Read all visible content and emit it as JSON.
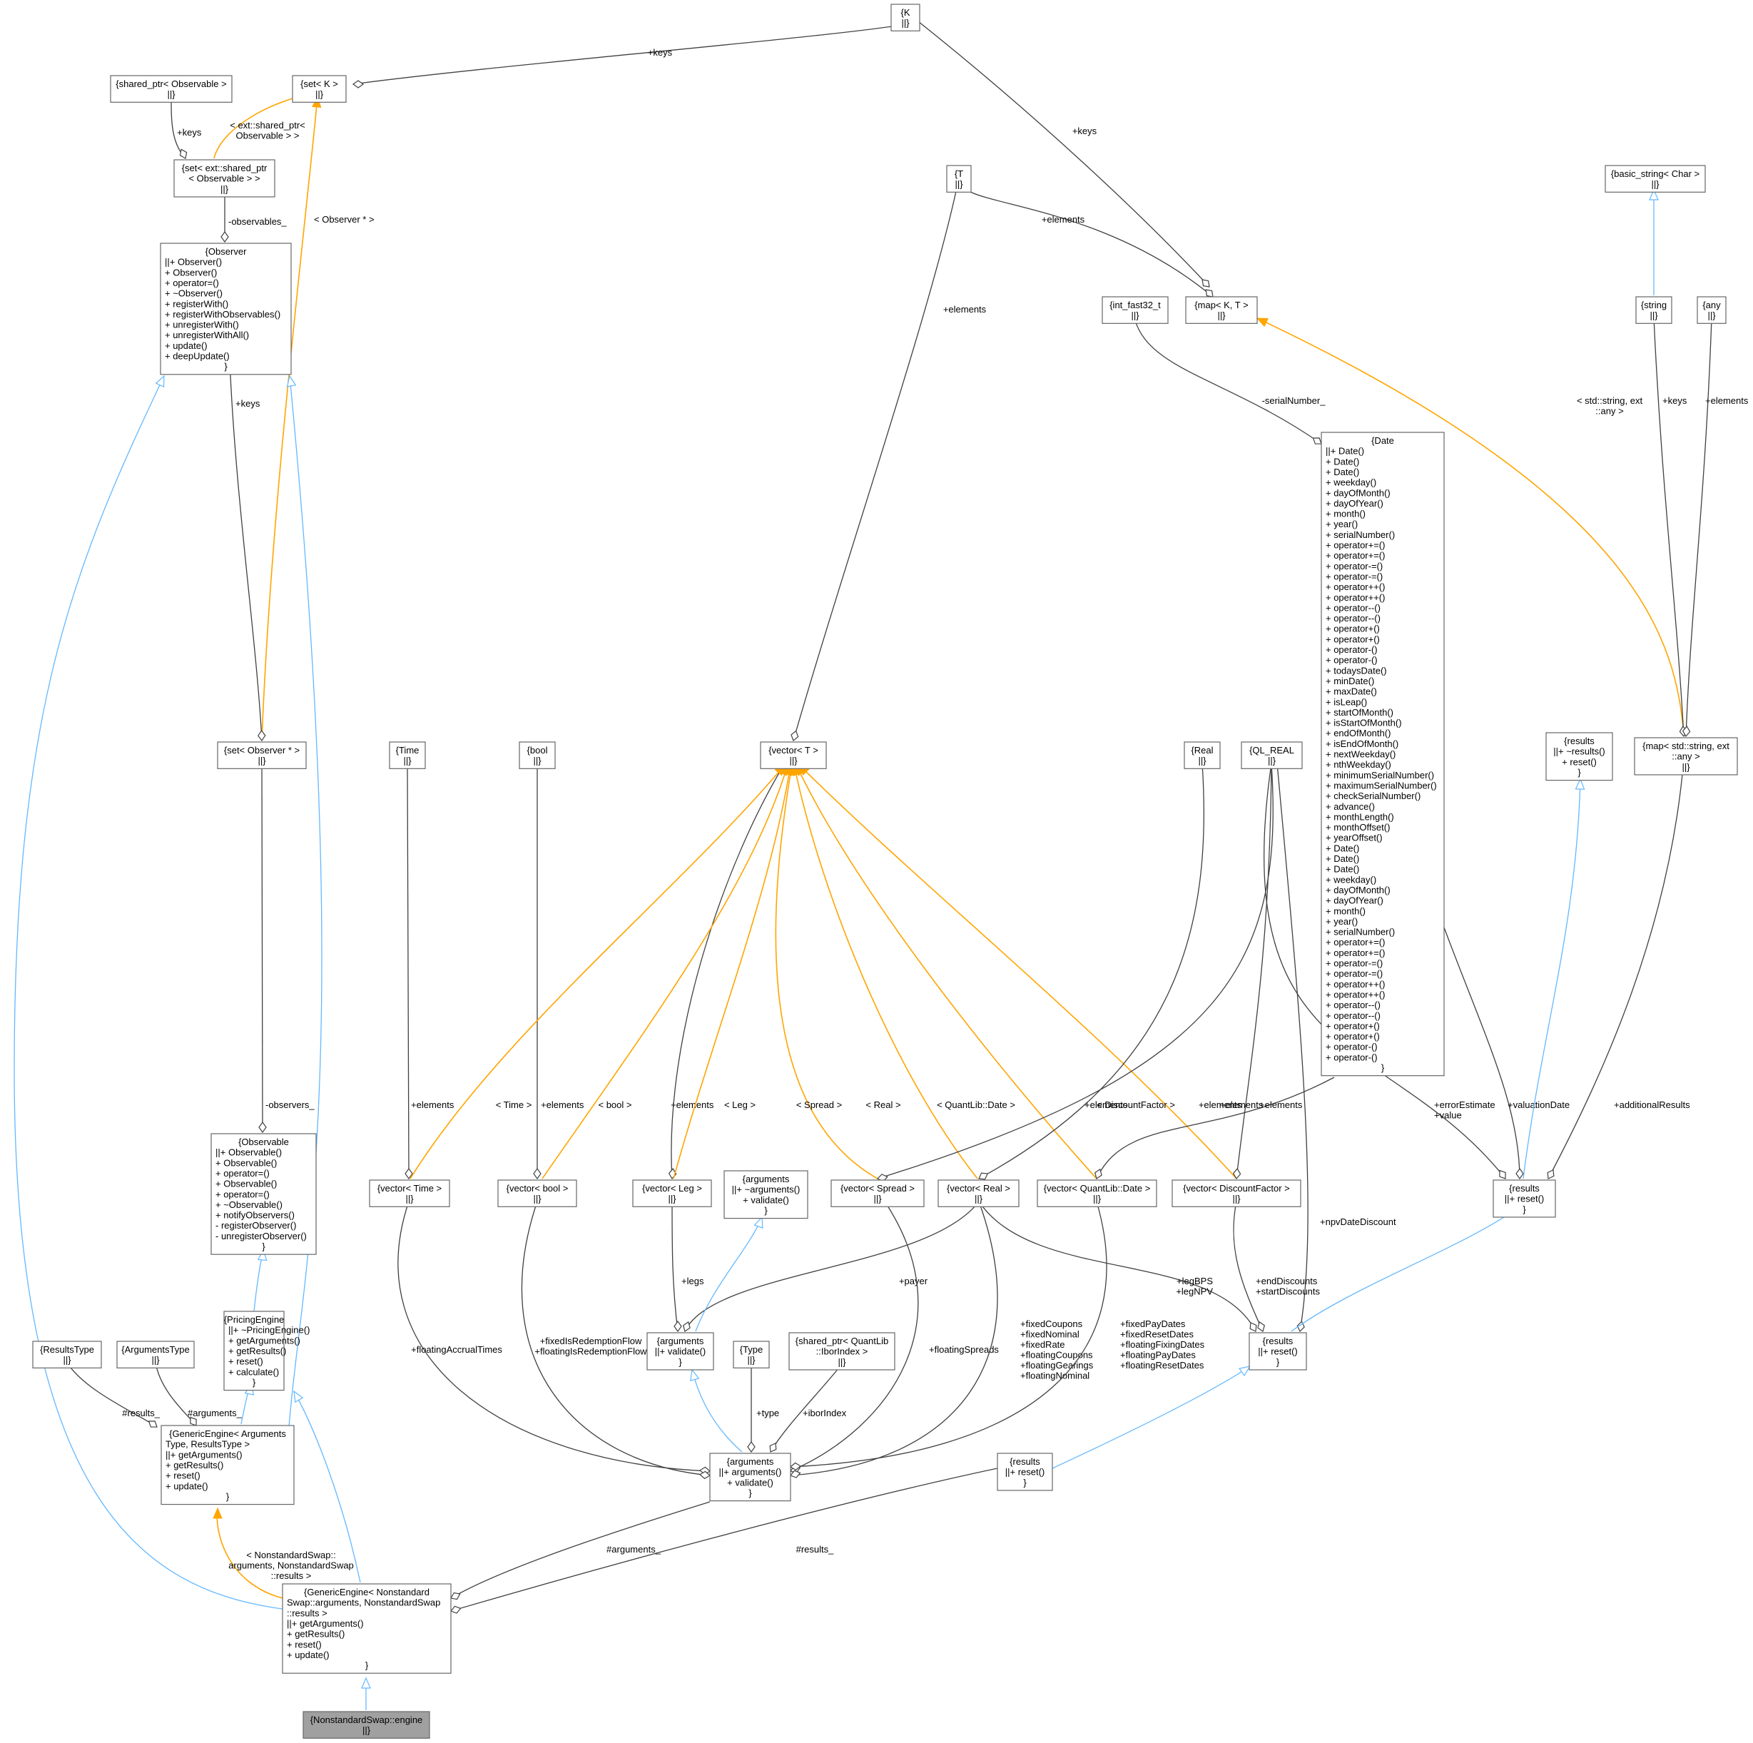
{
  "colors": {
    "composition_edge": "#404040",
    "inheritance_edge": "#63b8ff",
    "template_edge": "#ffa500",
    "node_border": "#666666",
    "root_node_fill": "#a0a0a0"
  },
  "nodes": {
    "K": [
      "{K",
      "||}"
    ],
    "set_K": [
      "{set< K >",
      "||}"
    ],
    "shared_ptr_observable": [
      "{shared_ptr< Observable >",
      "||}"
    ],
    "set_shared_ptr_observable": [
      "{set< ext::shared_ptr",
      "< Observable > >",
      "||}"
    ],
    "observer": [
      "{Observer",
      "||+ Observer()",
      "+ Observer()",
      "+ operator=()",
      "+ ~Observer()",
      "+ registerWith()",
      "+ registerWithObservables()",
      "+ unregisterWith()",
      "+ unregisterWithAll()",
      "+ update()",
      "+ deepUpdate()",
      "}"
    ],
    "set_observer_ptr": [
      "{set< Observer * >",
      "||}"
    ],
    "observable": [
      "{Observable",
      "||+ Observable()",
      "+ Observable()",
      "+ operator=()",
      "+ Observable()",
      "+ operator=()",
      "+ ~Observable()",
      "+ notifyObservers()",
      "- registerObserver()",
      "- unregisterObserver()",
      "}"
    ],
    "pricing_engine": [
      "{PricingEngine",
      "||+ ~PricingEngine()",
      "+ getArguments()",
      "+ getResults()",
      "+ reset()",
      "+ calculate()",
      "}"
    ],
    "results_type": [
      "{ResultsType",
      "||}"
    ],
    "arguments_type": [
      "{ArgumentsType",
      "||}"
    ],
    "generic_engine_tmpl": [
      "{GenericEngine< Arguments",
      "Type, ResultsType >",
      "||+ getArguments()",
      "+ getResults()",
      "+ reset()",
      "+ update()",
      "}"
    ],
    "generic_engine_ns": [
      "{GenericEngine< Nonstandard",
      "Swap::arguments, NonstandardSwap",
      "::results >",
      "||+ getArguments()",
      "+ getResults()",
      "+ reset()",
      "+ update()",
      "}"
    ],
    "ns_engine": [
      "{NonstandardSwap::engine",
      "||}"
    ],
    "T": [
      "{T",
      "||}"
    ],
    "map_K_T": [
      "{map< K, T >",
      "||}"
    ],
    "int_fast32": [
      "{int_fast32_t",
      "||}"
    ],
    "basic_string": [
      "{basic_string< Char >",
      "||}"
    ],
    "string": [
      "{string",
      "||}"
    ],
    "any": [
      "{any",
      "||}"
    ],
    "date": [
      "{Date",
      "||+ Date()",
      "+ Date()",
      "+ Date()",
      "+ weekday()",
      "+ dayOfMonth()",
      "+ dayOfYear()",
      "+ month()",
      "+ year()",
      "+ serialNumber()",
      "+ operator+=()",
      "+ operator+=()",
      "+ operator-=()",
      "+ operator-=()",
      "+ operator++()",
      "+ operator++()",
      "+ operator--()",
      "+ operator--()",
      "+ operator+()",
      "+ operator+()",
      "+ operator-()",
      "+ operator-()",
      "+ todaysDate()",
      "+ minDate()",
      "+ maxDate()",
      "+ isLeap()",
      "+ startOfMonth()",
      "+ isStartOfMonth()",
      "+ endOfMonth()",
      "+ isEndOfMonth()",
      "+ nextWeekday()",
      "+ nthWeekday()",
      "+ minimumSerialNumber()",
      "+ maximumSerialNumber()",
      "+ checkSerialNumber()",
      "+ advance()",
      "+ monthLength()",
      "+ monthOffset()",
      "+ yearOffset()",
      "+ Date()",
      "+ Date()",
      "+ Date()",
      "+ weekday()",
      "+ dayOfMonth()",
      "+ dayOfYear()",
      "+ month()",
      "+ year()",
      "+ serialNumber()",
      "+ operator+=()",
      "+ operator+=()",
      "+ operator-=()",
      "+ operator-=()",
      "+ operator++()",
      "+ operator++()",
      "+ operator--()",
      "+ operator--()",
      "+ operator+()",
      "+ operator+()",
      "+ operator-()",
      "+ operator-()",
      "}"
    ],
    "time": [
      "{Time",
      "||}"
    ],
    "bool": [
      "{bool",
      "||}"
    ],
    "vector_T": [
      "{vector< T >",
      "||}"
    ],
    "real": [
      "{Real",
      "||}"
    ],
    "ql_real": [
      "{QL_REAL",
      "||}"
    ],
    "results_base": [
      "{results",
      "||+ ~results()",
      "+ reset()",
      "}"
    ],
    "map_string_any": [
      "{map< std::string, ext",
      "::any >",
      "||}"
    ],
    "vector_time": [
      "{vector< Time >",
      "||}"
    ],
    "vector_bool": [
      "{vector< bool >",
      "||}"
    ],
    "vector_leg": [
      "{vector< Leg >",
      "||}"
    ],
    "arguments_base": [
      "{arguments",
      "||+ ~arguments()",
      "+ validate()",
      "}"
    ],
    "vector_spread": [
      "{vector< Spread >",
      "||}"
    ],
    "vector_real": [
      "{vector< Real >",
      "||}"
    ],
    "vector_date": [
      "{vector< QuantLib::Date >",
      "||}"
    ],
    "vector_discount": [
      "{vector< DiscountFactor >",
      "||}"
    ],
    "results_instr": [
      "{results",
      "||+ reset()",
      "}"
    ],
    "arguments_swap": [
      "{arguments",
      "||+ validate()",
      "}"
    ],
    "type": [
      "{Type",
      "||}"
    ],
    "shared_ptr_ibor": [
      "{shared_ptr< QuantLib",
      "::IborIndex >",
      "||}"
    ],
    "results_swap": [
      "{results",
      "||+ reset()",
      "}"
    ],
    "arguments_ns": [
      "{arguments",
      "||+ arguments()",
      "+ validate()",
      "}"
    ],
    "results_ns": [
      "{results",
      "||+ reset()",
      "}"
    ]
  },
  "edge_labels": {
    "k_keys": "+keys",
    "set_keys": "+keys",
    "sp_keys": "+keys",
    "set_sp_tmpl": [
      "< ext::shared_ptr<",
      "Observable > >"
    ],
    "observables": "-observables_",
    "observer_tmpl": "< Observer * >",
    "observer_keys": "+keys",
    "observers": "-observers_",
    "t_elements_map": "+elements",
    "t_elements_vec": "+elements",
    "serial_number": "-serialNumber_",
    "map_tmpl": [
      "< std::string, ext",
      "::any >"
    ],
    "string_keys": "+keys",
    "any_elements": "+elements",
    "time_elements": "+elements",
    "bool_elements": "+elements",
    "leg_elements": "+elements",
    "tmpl_time": "< Time >",
    "tmpl_bool": "< bool >",
    "tmpl_leg": "< Leg >",
    "tmpl_spread": "< Spread >",
    "tmpl_real": "< Real >",
    "tmpl_date": "< QuantLib::Date >",
    "tmpl_discount": "< DiscountFactor >",
    "date_elements": "+elements",
    "real_elements": "+elements",
    "qlreal_elements": "+elements",
    "error_value": [
      "+errorEstimate",
      "+value"
    ],
    "valuation_date": "+valuationDate",
    "additional_results": "+additionalResults",
    "npv_date_discount": "+npvDateDiscount",
    "leg_bps_npv": [
      "+legBPS",
      "+legNPV"
    ],
    "end_start_discounts": [
      "+endDiscounts",
      "+startDiscounts"
    ],
    "legs": "+legs",
    "payer": "+payer",
    "floating_accrual": "+floatingAccrualTimes",
    "fixed_is_redemption": [
      "+fixedIsRedemptionFlow",
      "+floatingIsRedemptionFlow"
    ],
    "floating_spreads": "+floatingSpreads",
    "fixed_coupons": [
      "+fixedCoupons",
      "+fixedNominal",
      "+fixedRate",
      "+floatingCoupons",
      "+floatingGearings",
      "+floatingNominal"
    ],
    "fixed_pay_dates": [
      "+fixedPayDates",
      "+fixedResetDates",
      "+floatingFixingDates",
      "+floatingPayDates",
      "+floatingResetDates"
    ],
    "type_edge": "+type",
    "ibor_index": "+iborIndex",
    "results_hash": "#results_",
    "arguments_hash": "#arguments_",
    "ns_arguments": "#arguments_",
    "ns_results": "#results_",
    "ge_tmpl": [
      "< NonstandardSwap::",
      "arguments, NonstandardSwap",
      "::results >"
    ]
  }
}
